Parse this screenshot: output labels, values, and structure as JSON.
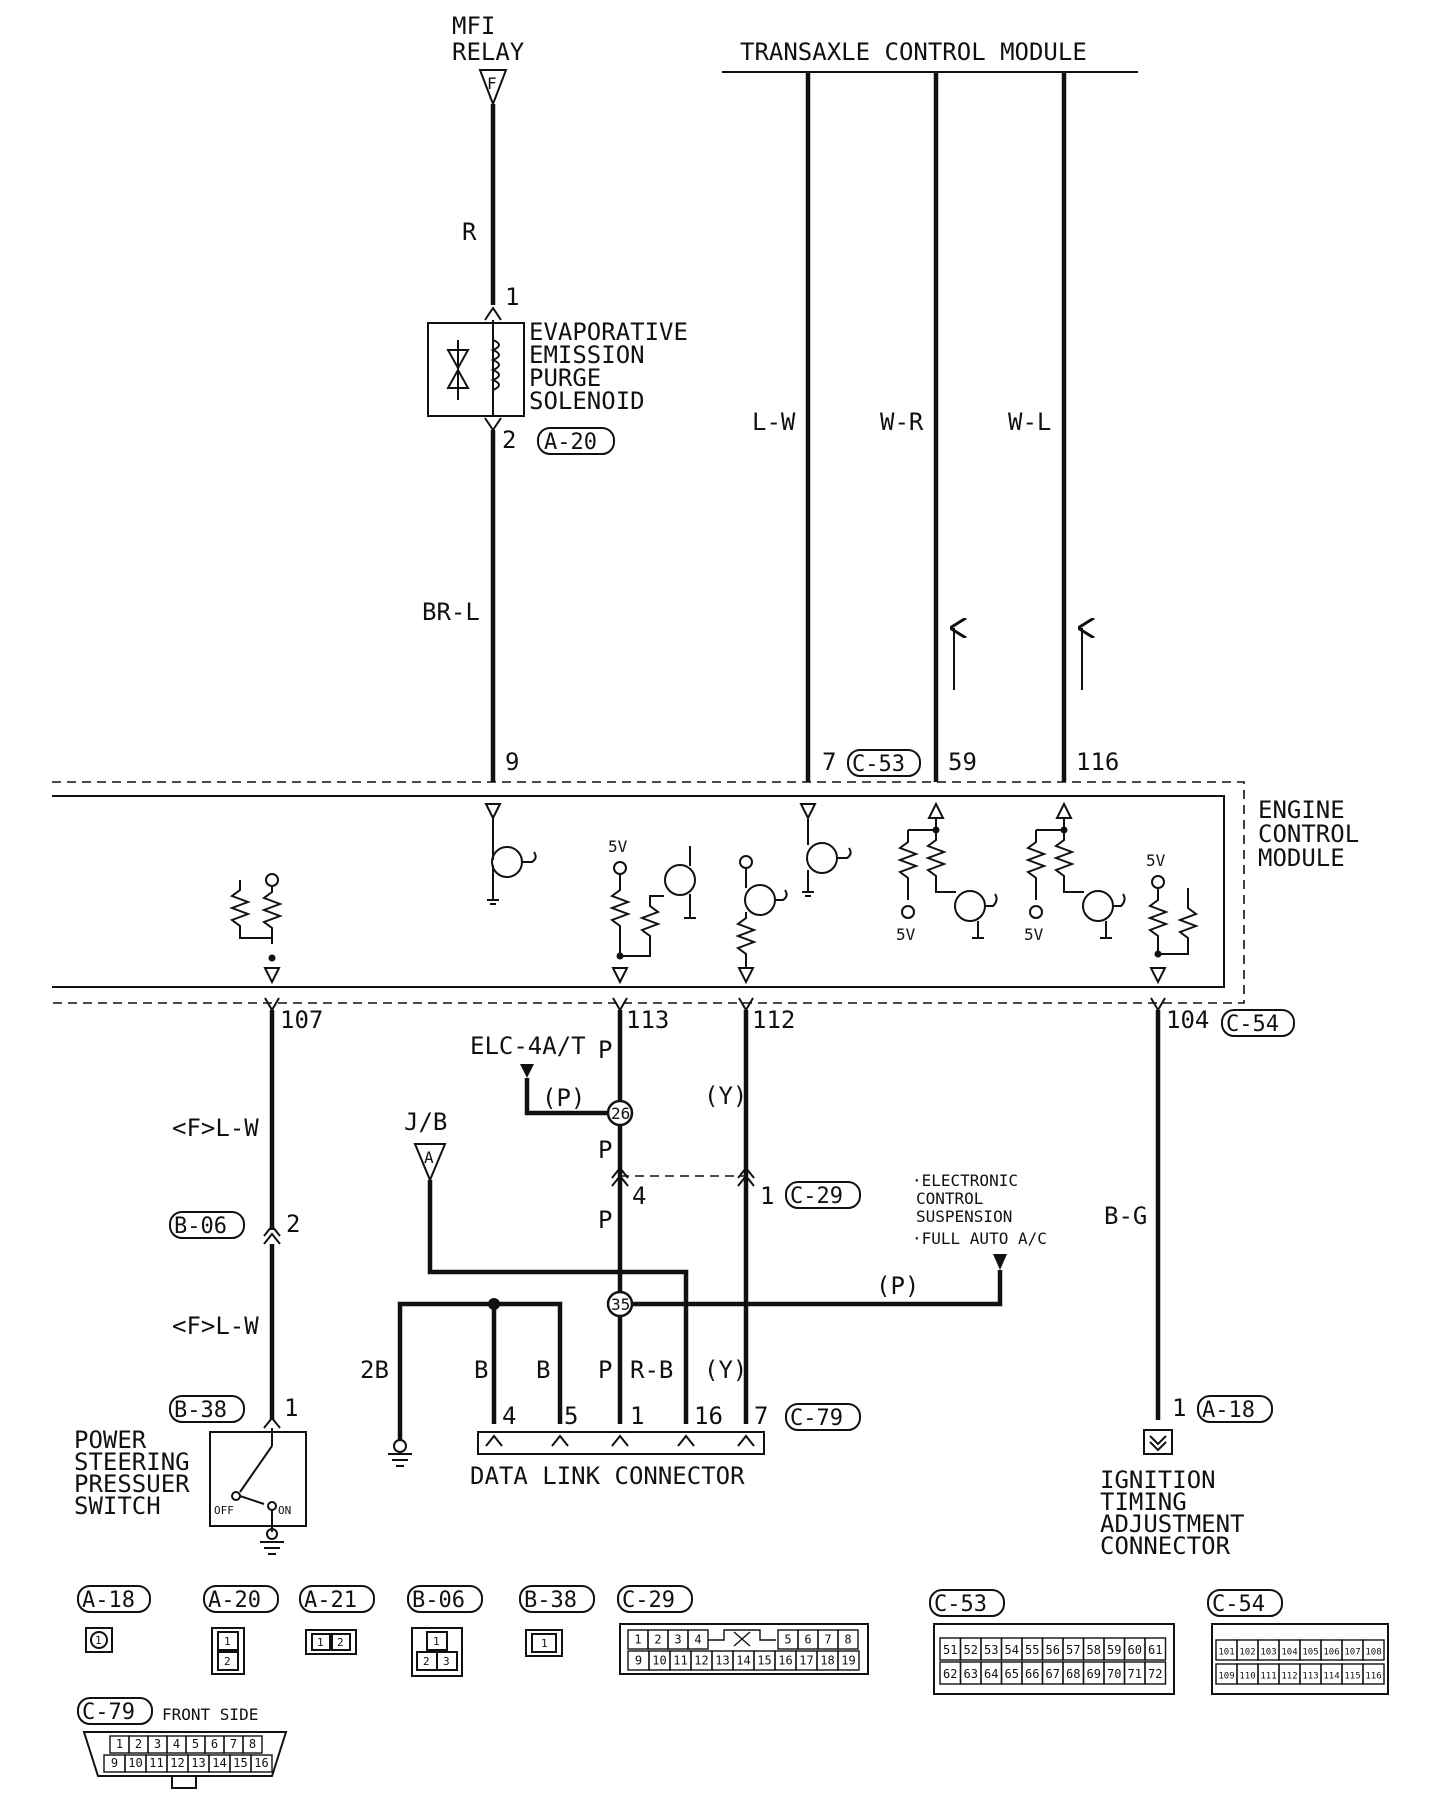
{
  "top": {
    "mfi_relay": [
      "MFI",
      "RELAY"
    ],
    "mfi_relay_terminal": "F",
    "tcm_title": "TRANSAXLE CONTROL MODULE"
  },
  "wires": {
    "purge_top": "R",
    "purge_bottom": "BR-L",
    "tcm_1": "L-W",
    "tcm_2": "W-R",
    "tcm_3": "W-L",
    "ps_upper": "<F>L-W",
    "ps_lower": "<F>L-W",
    "pin113_a": "P",
    "pin113_b": "P",
    "pin113_c": "P",
    "pin113_d": "P",
    "pin112": "(Y)",
    "elc_branch": "(P)",
    "ecs_branch": "(P)",
    "ignition": "B-G",
    "ground_2b": "2B",
    "dlc_4": "B",
    "dlc_5": "B",
    "dlc_1": "P",
    "dlc_16": "R-B",
    "dlc_7": "(Y)"
  },
  "purge_solenoid": {
    "name": [
      "EVAPORATIVE",
      "EMISSION",
      "PURGE",
      "SOLENOID"
    ],
    "pin_top": "1",
    "pin_bottom": "2",
    "connector": "A-20"
  },
  "ecm": {
    "name": [
      "ENGINE",
      "CONTROL",
      "MODULE"
    ],
    "pins_top": [
      "9",
      "7",
      "59",
      "116"
    ],
    "connector_top": "C-53",
    "pins_bottom": [
      "107",
      "113",
      "112",
      "104"
    ],
    "connector_bottom": "C-54",
    "voltage_labels": [
      "5V",
      "5V",
      "5V",
      "5V"
    ]
  },
  "power_steering": {
    "name": [
      "POWER",
      "STEERING",
      "PRESSUER",
      "SWITCH"
    ],
    "connector_mid": "B-06",
    "pin_mid": "2",
    "connector_bottom": "B-38",
    "pin_bottom": "1",
    "off_label": "OFF",
    "on_label": "ON"
  },
  "junctions": {
    "elc": "ELC-4A/T",
    "jb": "J/B",
    "jb_terminal": "A",
    "splice_top": "26",
    "splice_bottom": "35",
    "c29_pin_left": "4",
    "c29_pin_right": "1",
    "c29": "C-29",
    "ecs_lines": [
      "·ELECTRONIC",
      "CONTROL",
      "SUSPENSION",
      "·FULL AUTO A/C"
    ]
  },
  "dlc": {
    "name": "DATA LINK CONNECTOR",
    "pins": [
      "4",
      "5",
      "1",
      "16",
      "7"
    ],
    "connector": "C-79"
  },
  "ignition": {
    "name": [
      "IGNITION",
      "TIMING",
      "ADJUSTMENT",
      "CONNECTOR"
    ],
    "pin": "1",
    "connector": "A-18"
  },
  "legend": {
    "a18": "A-18",
    "a20": "A-20",
    "a21": "A-21",
    "b06": "B-06",
    "b38": "B-38",
    "c29": "C-29",
    "c53": "C-53",
    "c54": "C-54",
    "c79": "C-79",
    "c79_note": "FRONT SIDE",
    "a18_cells": [
      "1"
    ],
    "a20_cells": [
      "1",
      "2"
    ],
    "a21_cells": [
      "1",
      "2"
    ],
    "b06_cells": [
      "1",
      "2",
      "3"
    ],
    "b38_cells": [
      "1"
    ],
    "c29_row1": [
      "1",
      "2",
      "3",
      "4",
      "5",
      "6",
      "7",
      "8"
    ],
    "c29_row2": [
      "9",
      "10",
      "11",
      "12",
      "13",
      "14",
      "15",
      "16",
      "17",
      "18",
      "19"
    ],
    "c53_row1": [
      "51",
      "52",
      "53",
      "54",
      "55",
      "56",
      "57",
      "58",
      "59",
      "60",
      "61"
    ],
    "c53_row2": [
      "62",
      "63",
      "64",
      "65",
      "66",
      "67",
      "68",
      "69",
      "70",
      "71",
      "72"
    ],
    "c54_row1": [
      "101",
      "102",
      "103",
      "104",
      "105",
      "106",
      "107",
      "108"
    ],
    "c54_row2": [
      "109",
      "110",
      "111",
      "112",
      "113",
      "114",
      "115",
      "116"
    ],
    "c79_row1": [
      "1",
      "2",
      "3",
      "4",
      "5",
      "6",
      "7",
      "8"
    ],
    "c79_row2": [
      "9",
      "10",
      "11",
      "12",
      "13",
      "14",
      "15",
      "16"
    ]
  }
}
